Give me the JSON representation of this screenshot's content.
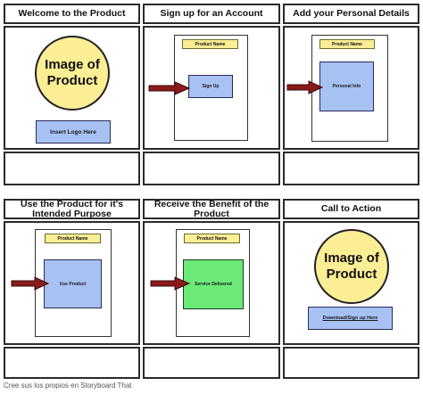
{
  "panels": [
    {
      "title": "Welcome to the Product",
      "image_text": "Image of Product",
      "button": "Insert Logo Here"
    },
    {
      "title": "Sign up for an Account",
      "product_name": "Product Name",
      "button": "Sign Up"
    },
    {
      "title": "Add your Personal Details",
      "product_name": "Product Name",
      "button": "Personal Info"
    },
    {
      "title": "Use the Product for it's Intended Purpose",
      "product_name": "Product Name",
      "button": "Use Product"
    },
    {
      "title": "Receive the Benefit of the Product",
      "product_name": "Product Name",
      "button": "Service Delivered"
    },
    {
      "title": "Call to Action",
      "image_text": "Image of Product",
      "button": "Download/Sign up Here"
    }
  ],
  "footer": "Cree sus los propios en Storyboard That",
  "colors": {
    "yellow": "#fbee95",
    "blue": "#a6c1f2",
    "green": "#6bea78",
    "arrow": "#8b1a1a"
  }
}
